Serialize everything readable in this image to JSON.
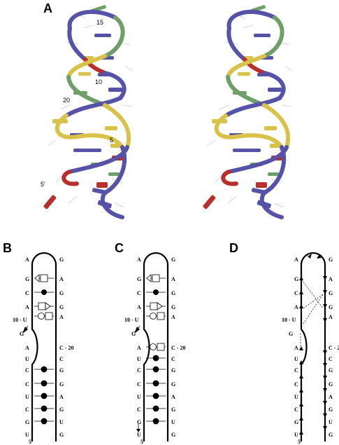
{
  "panels": {
    "A": "A",
    "B": "B",
    "C": "C",
    "D": "D"
  },
  "structure_labels": {
    "n15": "15",
    "n10": "10",
    "n20": "20",
    "n5": "5",
    "five_prime": "5′"
  },
  "diagram_labels": {
    "ten_u": "10 - U",
    "c_twenty": "C - 20",
    "five_prime": "5′"
  },
  "left_strand": [
    "A",
    "G",
    "C",
    "A",
    "10 - U",
    "G",
    "A",
    "U",
    "C",
    "C",
    "U",
    "C",
    "G",
    "U"
  ],
  "right_strand": [
    "G",
    "A",
    "G",
    "G",
    "A",
    "C - 20",
    "C",
    "G",
    "G",
    "A",
    "G",
    "U",
    "G"
  ],
  "colors": {
    "backbone_blue": "#5552a8",
    "backbone_green": "#6e9f68",
    "backbone_yellow": "#d8c24a",
    "backbone_red": "#b8302c"
  }
}
